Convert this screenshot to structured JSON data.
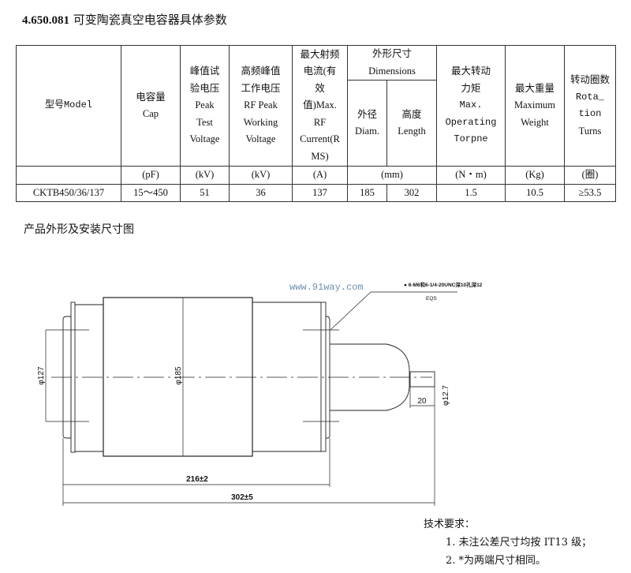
{
  "title": {
    "code": "4.650.081",
    "text": "可变陶瓷真空电容器具体参数"
  },
  "table": {
    "headers": {
      "model": "型号Model",
      "cap": [
        "电容量",
        "Cap"
      ],
      "peak_test": [
        "峰值试",
        "验电压",
        "Peak",
        "Test",
        "Voltage"
      ],
      "rf_peak": [
        "高频峰值",
        "工作电压",
        "RF Peak",
        "Working",
        "Voltage"
      ],
      "rf_current": [
        "最大射频",
        "电流(有",
        "效",
        "值)Max.",
        "RF",
        "Current(R",
        "MS)"
      ],
      "dimensions": [
        "外形尺寸",
        "Dimensions"
      ],
      "diam": [
        "外径",
        "Diam."
      ],
      "length": [
        "高度",
        "Length"
      ],
      "torque": [
        "最大转动",
        "力矩",
        "Max.",
        "Operating",
        "Torpne"
      ],
      "weight": [
        "最大重量",
        "Maximum",
        "Weight"
      ],
      "turns": [
        "转动圈数",
        "Rota_",
        "tion",
        "Turns"
      ]
    },
    "units": [
      "(pF)",
      "(kV)",
      "(kV)",
      "(A)",
      "(mm)",
      "(N・m)",
      "(Kg)",
      "(圈)"
    ],
    "row": [
      "CKTB450/36/137",
      "15～450",
      "51",
      "36",
      "137",
      "185",
      "302",
      "1.5",
      "10.5",
      "≥53.5"
    ]
  },
  "section_title": "产品外形及安装尺寸图",
  "drawing": {
    "watermark": "www.91way.com",
    "note_line1": "● 6-M6和6-1/4-20UNC深10孔深12",
    "note_line2": "EQS",
    "dim_phi127": "φ127",
    "dim_phi185": "φ185",
    "dim_phi12_7": "φ12.7",
    "dim_20": "20",
    "dim_216": "216±2",
    "dim_302": "302±5"
  },
  "requirements": {
    "heading": "技术要求：",
    "items": [
      "1. 未注公差尺寸均按 IT13 级；",
      "2. *为两端尺寸相同。"
    ]
  }
}
